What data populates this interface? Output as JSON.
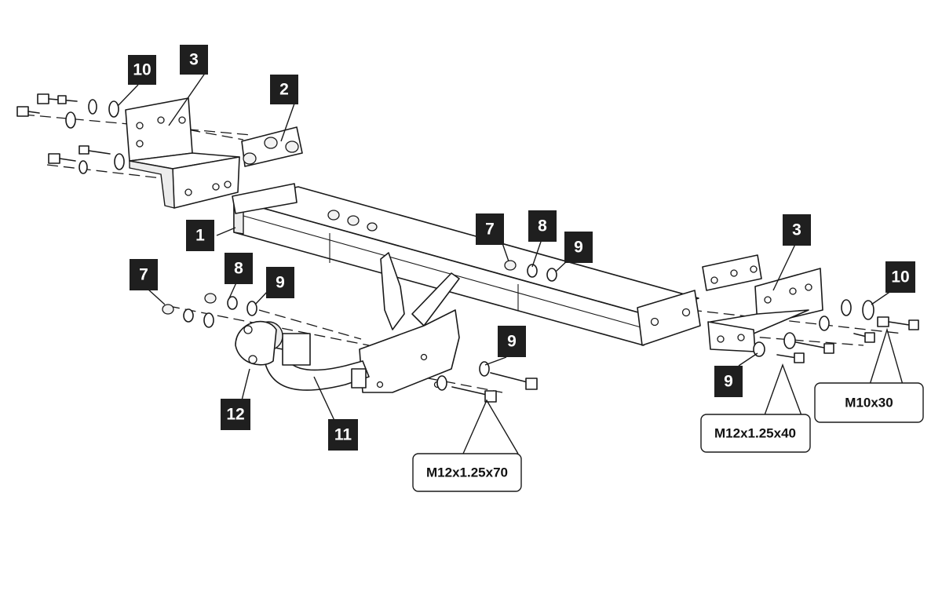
{
  "part_tags": [
    {
      "id": "tag-10-left",
      "label": "10"
    },
    {
      "id": "tag-3-left",
      "label": "3"
    },
    {
      "id": "tag-2",
      "label": "2"
    },
    {
      "id": "tag-1",
      "label": "1"
    },
    {
      "id": "tag-7-center",
      "label": "7"
    },
    {
      "id": "tag-8-center",
      "label": "8"
    },
    {
      "id": "tag-9-center",
      "label": "9"
    },
    {
      "id": "tag-3-right",
      "label": "3"
    },
    {
      "id": "tag-10-right",
      "label": "10"
    },
    {
      "id": "tag-7-left",
      "label": "7"
    },
    {
      "id": "tag-8-left",
      "label": "8"
    },
    {
      "id": "tag-9-left",
      "label": "9"
    },
    {
      "id": "tag-9-lower",
      "label": "9"
    },
    {
      "id": "tag-9-right",
      "label": "9"
    },
    {
      "id": "tag-12",
      "label": "12"
    },
    {
      "id": "tag-11",
      "label": "11"
    }
  ],
  "bolt_specs": [
    {
      "id": "spec-m12-70",
      "label": "M12x1.25x70"
    },
    {
      "id": "spec-m12-40",
      "label": "M12x1.25x40"
    },
    {
      "id": "spec-m10-30",
      "label": "M10x30"
    }
  ]
}
